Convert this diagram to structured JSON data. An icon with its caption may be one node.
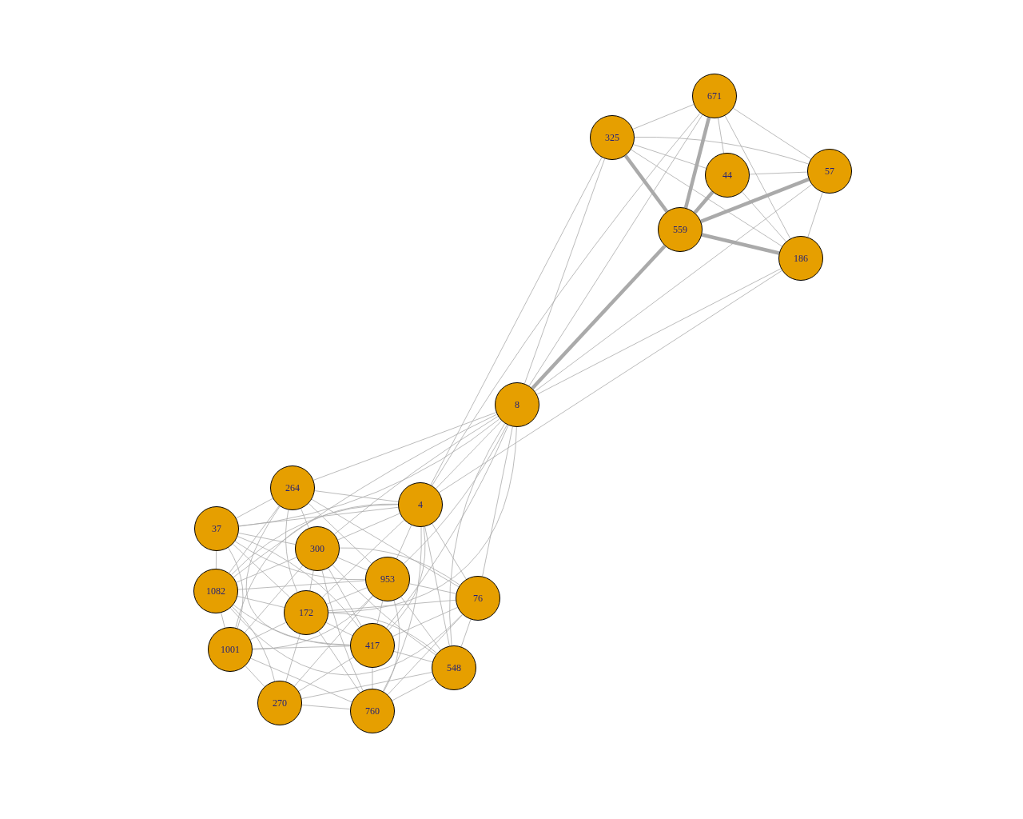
{
  "diagram": {
    "nodes": [
      {
        "text": [
          "671"
        ]
      },
      {
        "text": [
          "325"
        ]
      },
      {
        "text": [
          "44"
        ]
      },
      {
        "text": [
          "57"
        ]
      },
      {
        "text": [
          "559"
        ]
      },
      {
        "text": [
          "186"
        ]
      },
      {
        "text": [
          "8"
        ]
      },
      {
        "text": [
          "264"
        ]
      },
      {
        "text": [
          "4"
        ]
      },
      {
        "text": [
          "37"
        ]
      },
      {
        "text": [
          "300"
        ]
      },
      {
        "text": [
          "953"
        ]
      },
      {
        "text": [
          "1082"
        ]
      },
      {
        "text": [
          "76"
        ]
      },
      {
        "text": [
          "172"
        ]
      },
      {
        "text": [
          "1001"
        ]
      },
      {
        "text": [
          "417"
        ]
      },
      {
        "text": [
          "548"
        ]
      },
      {
        "text": [
          "270"
        ]
      },
      {
        "text": [
          "760"
        ]
      }
    ],
    "edges": [
      {
        "from": 0,
        "to": 1,
        "arrow": "none"
      },
      {
        "from": 0,
        "to": 4,
        "arrow": "none",
        "style": "thick"
      },
      {
        "from": 0,
        "to": 2,
        "arrow": "none"
      },
      {
        "from": 0,
        "to": 3,
        "arrow": "none"
      },
      {
        "from": 0,
        "to": 5,
        "arrow": "none"
      },
      {
        "from": 1,
        "to": 2,
        "arrow": "none"
      },
      {
        "from": 1,
        "to": 3,
        "arrow": "none"
      },
      {
        "from": 1,
        "to": 4,
        "arrow": "none",
        "style": "thick"
      },
      {
        "from": 1,
        "to": 5,
        "arrow": "none"
      },
      {
        "from": 2,
        "to": 4,
        "arrow": "none",
        "style": "thick"
      },
      {
        "from": 2,
        "to": 3,
        "arrow": "none"
      },
      {
        "from": 2,
        "to": 5,
        "arrow": "none"
      },
      {
        "from": 3,
        "to": 4,
        "arrow": "none",
        "style": "thick"
      },
      {
        "from": 3,
        "to": 5,
        "arrow": "none"
      },
      {
        "from": 4,
        "to": 5,
        "arrow": "none",
        "style": "thick"
      },
      {
        "from": 4,
        "to": 6,
        "arrow": "none",
        "style": "thick"
      },
      {
        "from": 1,
        "to": 6,
        "arrow": "none"
      },
      {
        "from": 1,
        "to": 8,
        "arrow": "none"
      },
      {
        "from": 0,
        "to": 6,
        "arrow": "none"
      },
      {
        "from": 0,
        "to": 8,
        "arrow": "none"
      },
      {
        "from": 3,
        "to": 6,
        "arrow": "none"
      },
      {
        "from": 5,
        "to": 6,
        "arrow": "none"
      },
      {
        "from": 5,
        "to": 8,
        "arrow": "none"
      },
      {
        "from": 6,
        "to": 7,
        "arrow": "none"
      },
      {
        "from": 6,
        "to": 9,
        "arrow": "none"
      },
      {
        "from": 6,
        "to": 8,
        "arrow": "none"
      },
      {
        "from": 6,
        "to": 10,
        "arrow": "none"
      },
      {
        "from": 6,
        "to": 11,
        "arrow": "none"
      },
      {
        "from": 6,
        "to": 14,
        "arrow": "none"
      },
      {
        "from": 6,
        "to": 13,
        "arrow": "none"
      },
      {
        "from": 6,
        "to": 16,
        "arrow": "none"
      },
      {
        "from": 6,
        "to": 17,
        "arrow": "none"
      },
      {
        "from": 6,
        "to": 12,
        "arrow": "none"
      },
      {
        "from": 7,
        "to": 8,
        "arrow": "none"
      },
      {
        "from": 7,
        "to": 9,
        "arrow": "none"
      },
      {
        "from": 7,
        "to": 10,
        "arrow": "none"
      },
      {
        "from": 7,
        "to": 11,
        "arrow": "none"
      },
      {
        "from": 7,
        "to": 14,
        "arrow": "none"
      },
      {
        "from": 7,
        "to": 16,
        "arrow": "none"
      },
      {
        "from": 7,
        "to": 12,
        "arrow": "none"
      },
      {
        "from": 7,
        "to": 13,
        "arrow": "none"
      },
      {
        "from": 8,
        "to": 9,
        "arrow": "none"
      },
      {
        "from": 8,
        "to": 10,
        "arrow": "none"
      },
      {
        "from": 8,
        "to": 11,
        "arrow": "none"
      },
      {
        "from": 8,
        "to": 14,
        "arrow": "none"
      },
      {
        "from": 8,
        "to": 12,
        "arrow": "none"
      },
      {
        "from": 8,
        "to": 16,
        "arrow": "none"
      },
      {
        "from": 8,
        "to": 17,
        "arrow": "none"
      },
      {
        "from": 8,
        "to": 19,
        "arrow": "none"
      },
      {
        "from": 8,
        "to": 15,
        "arrow": "none"
      },
      {
        "from": 8,
        "to": 13,
        "arrow": "none"
      },
      {
        "from": 9,
        "to": 10,
        "arrow": "none"
      },
      {
        "from": 9,
        "to": 11,
        "arrow": "none"
      },
      {
        "from": 9,
        "to": 12,
        "arrow": "none"
      },
      {
        "from": 9,
        "to": 14,
        "arrow": "none"
      },
      {
        "from": 9,
        "to": 16,
        "arrow": "none"
      },
      {
        "from": 9,
        "to": 15,
        "arrow": "none"
      },
      {
        "from": 10,
        "to": 11,
        "arrow": "none"
      },
      {
        "from": 10,
        "to": 13,
        "arrow": "none"
      },
      {
        "from": 10,
        "to": 12,
        "arrow": "none"
      },
      {
        "from": 10,
        "to": 14,
        "arrow": "none"
      },
      {
        "from": 10,
        "to": 16,
        "arrow": "none"
      },
      {
        "from": 10,
        "to": 19,
        "arrow": "none"
      },
      {
        "from": 10,
        "to": 17,
        "arrow": "none"
      },
      {
        "from": 10,
        "to": 15,
        "arrow": "none"
      },
      {
        "from": 11,
        "to": 13,
        "arrow": "none"
      },
      {
        "from": 11,
        "to": 12,
        "arrow": "none"
      },
      {
        "from": 11,
        "to": 14,
        "arrow": "none"
      },
      {
        "from": 11,
        "to": 16,
        "arrow": "none"
      },
      {
        "from": 11,
        "to": 19,
        "arrow": "none"
      },
      {
        "from": 11,
        "to": 17,
        "arrow": "none"
      },
      {
        "from": 11,
        "to": 15,
        "arrow": "none"
      },
      {
        "from": 11,
        "to": 18,
        "arrow": "none"
      },
      {
        "from": 12,
        "to": 14,
        "arrow": "none"
      },
      {
        "from": 12,
        "to": 16,
        "arrow": "none"
      },
      {
        "from": 12,
        "to": 15,
        "arrow": "none"
      },
      {
        "from": 12,
        "to": 13,
        "arrow": "none"
      },
      {
        "from": 12,
        "to": 18,
        "arrow": "none"
      },
      {
        "from": 14,
        "to": 16,
        "arrow": "none"
      },
      {
        "from": 14,
        "to": 15,
        "arrow": "none"
      },
      {
        "from": 14,
        "to": 18,
        "arrow": "none"
      },
      {
        "from": 14,
        "to": 17,
        "arrow": "none"
      },
      {
        "from": 14,
        "to": 13,
        "arrow": "none"
      },
      {
        "from": 14,
        "to": 19,
        "arrow": "none"
      },
      {
        "from": 15,
        "to": 16,
        "arrow": "none"
      },
      {
        "from": 15,
        "to": 18,
        "arrow": "none"
      },
      {
        "from": 15,
        "to": 19,
        "arrow": "none"
      },
      {
        "from": 16,
        "to": 17,
        "arrow": "none"
      },
      {
        "from": 16,
        "to": 19,
        "arrow": "none"
      },
      {
        "from": 16,
        "to": 18,
        "arrow": "none"
      },
      {
        "from": 16,
        "to": 13,
        "arrow": "none"
      },
      {
        "from": 17,
        "to": 19,
        "arrow": "none"
      },
      {
        "from": 17,
        "to": 13,
        "arrow": "none"
      },
      {
        "from": 17,
        "to": 18,
        "arrow": "none"
      },
      {
        "from": 18,
        "to": 19,
        "arrow": "none"
      },
      {
        "from": 13,
        "to": 19,
        "arrow": "none"
      }
    ]
  }
}
